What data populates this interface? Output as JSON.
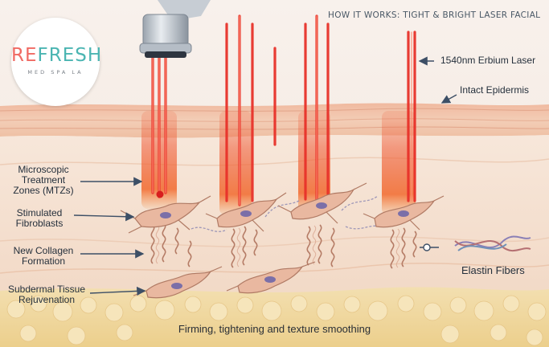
{
  "title": "HOW IT WORKS: TIGHT & BRIGHT LASER FACIAL",
  "logo": {
    "word_re": "RE",
    "word_fresh": "FRESH",
    "sub": "MED SPA LA"
  },
  "labels": {
    "laser": "1540nm Erbium Laser",
    "epidermis": "Intact Epidermis",
    "mtz_line1": "Microscopic",
    "mtz_line2": "Treatment",
    "mtz_line3": "Zones (MTZs)",
    "fibro_line1": "Stimulated",
    "fibro_line2": "Fibroblasts",
    "collagen_line1": "New Collagen",
    "collagen_line2": "Formation",
    "subdermal_line1": "Subdermal Tissue",
    "subdermal_line2": "Rejuvenation",
    "elastin": "Elastin Fibers"
  },
  "caption": "Firming, tightening and texture smoothing",
  "colors": {
    "laser_red": "#e8322a",
    "skin_top": "#f3cdb6",
    "skin_mid": "#efc2a6",
    "dermis": "#f6e4d6",
    "fat": "#f1d9a0",
    "fibroblast": "#e9b8a0",
    "nucleus": "#7b6fa8",
    "arrow": "#3d4f66",
    "logo_coral": "#f06a63",
    "logo_teal": "#4bb5b2"
  }
}
